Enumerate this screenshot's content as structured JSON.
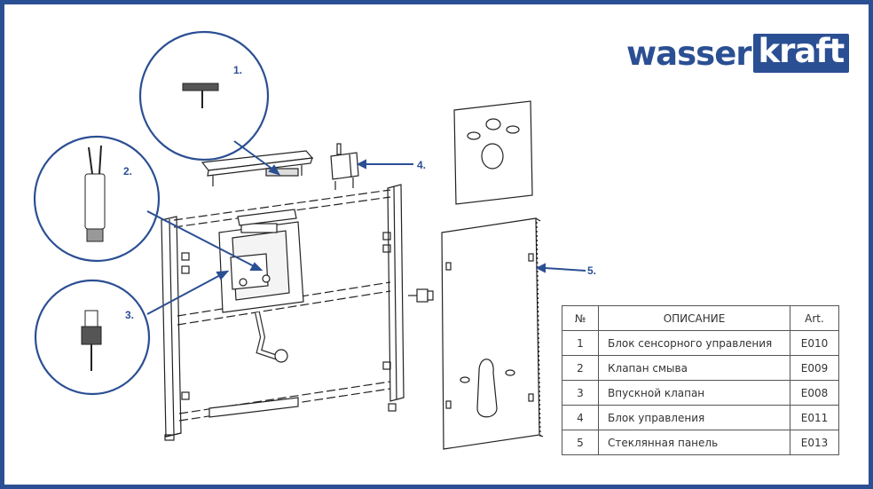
{
  "brand": {
    "name_part1": "wasser",
    "name_part2": "kraft"
  },
  "callouts": [
    {
      "label": "1."
    },
    {
      "label": "2."
    },
    {
      "label": "3."
    },
    {
      "label": "4."
    },
    {
      "label": "5."
    }
  ],
  "table": {
    "headers": {
      "no": "№",
      "description": "ОПИСАНИЕ",
      "art": "Art."
    },
    "rows": [
      {
        "no": "1",
        "description": "Блок сенсорного управления",
        "art": "E010"
      },
      {
        "no": "2",
        "description": "Клапан смыва",
        "art": "E009"
      },
      {
        "no": "3",
        "description": "Впускной клапан",
        "art": "E008"
      },
      {
        "no": "4",
        "description": "Блок управления",
        "art": "E011"
      },
      {
        "no": "5",
        "description": "Стеклянная панель",
        "art": "E013"
      }
    ]
  },
  "colors": {
    "accent": "#2b4f93",
    "line": "#222222"
  }
}
